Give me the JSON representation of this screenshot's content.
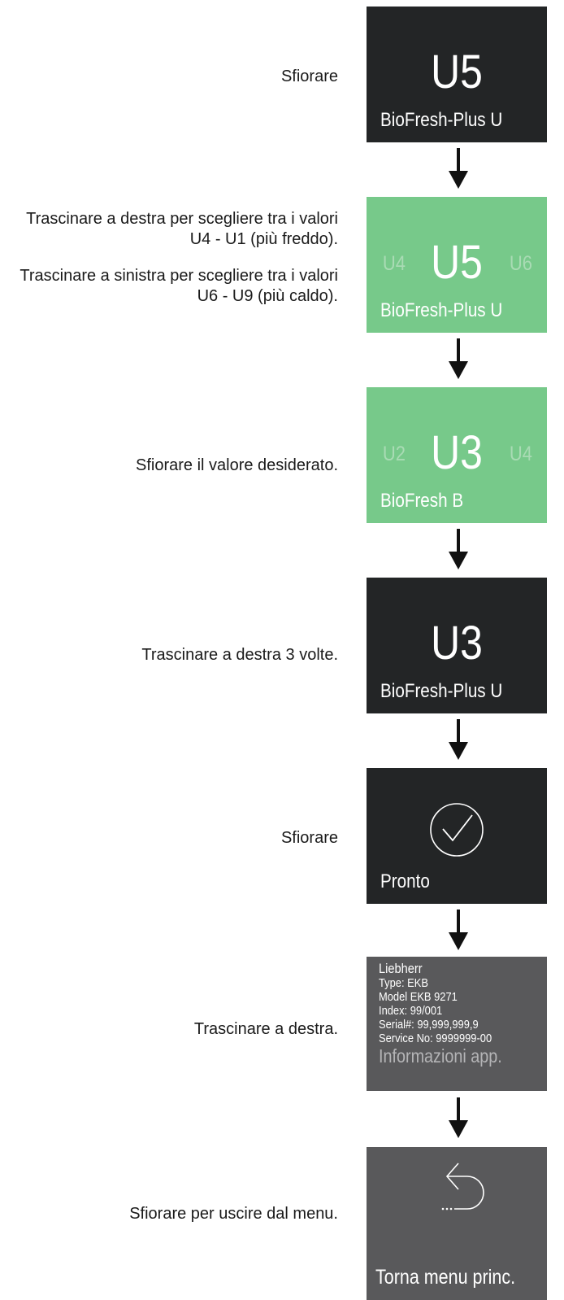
{
  "steps": [
    {
      "instructions": [
        "Sfiorare"
      ],
      "panel": {
        "style": "dark",
        "value": "U5",
        "label": "BioFresh-Plus U"
      }
    },
    {
      "instructions": [
        "Trascinare a destra per scegliere tra i valori U4 - U1 (più freddo).",
        "Trascinare a sinistra per scegliere tra i valori U6 - U9 (più caldo)."
      ],
      "panel": {
        "style": "green",
        "prev": "U4",
        "value": "U5",
        "next": "U6",
        "label": "BioFresh-Plus U"
      }
    },
    {
      "instructions": [
        "Sfiorare il valore desiderato."
      ],
      "panel": {
        "style": "green",
        "prev": "U2",
        "value": "U3",
        "next": "U4",
        "label": "BioFresh B"
      }
    },
    {
      "instructions": [
        "Trascinare a destra 3 volte."
      ],
      "panel": {
        "style": "dark",
        "value": "U3",
        "label": "BioFresh-Plus U"
      }
    },
    {
      "instructions": [
        "Sfiorare"
      ],
      "panel": {
        "style": "dark",
        "icon": "checkmark-circle-icon",
        "label": "Pronto"
      }
    },
    {
      "instructions": [
        "Trascinare a destra."
      ],
      "panel": {
        "style": "gray",
        "info_lines": [
          "Liebherr",
          "Type: EKB",
          "Model EKB 9271",
          "Index: 99/001",
          "Serial#: 99,999,999,9",
          "Service No: 9999999-00"
        ],
        "label": "Informazioni app."
      }
    },
    {
      "instructions": [
        "Sfiorare per uscire dal menu."
      ],
      "panel": {
        "style": "gray",
        "icon": "back-arrow-icon",
        "label": "Torna menu princ."
      }
    }
  ],
  "colors": {
    "dark_panel": "#232526",
    "green_panel": "#77c98a",
    "gray_panel": "#59595b",
    "arrow": "#111111"
  }
}
